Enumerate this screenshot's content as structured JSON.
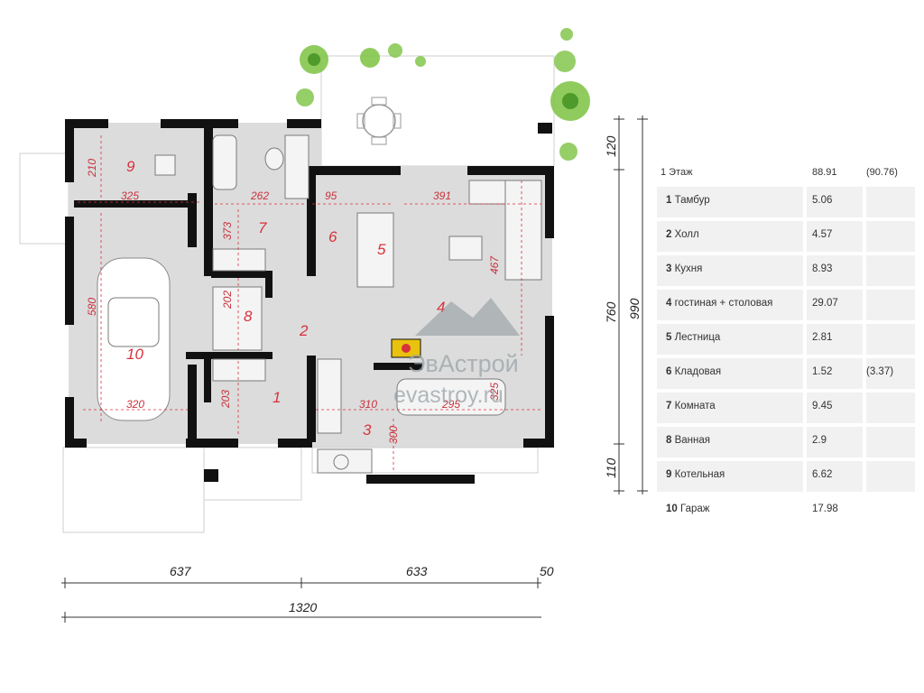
{
  "rooms": {
    "r1": "1",
    "r2": "2",
    "r3": "3",
    "r4": "4",
    "r5": "5",
    "r6": "6",
    "r7": "7",
    "r8": "8",
    "r9": "9",
    "r10": "10"
  },
  "dimensions_inner": {
    "d210": "210",
    "d325": "325",
    "d262": "262",
    "d95": "95",
    "d391": "391",
    "d373": "373",
    "d467": "467",
    "d580": "580",
    "d202": "202",
    "d320": "320",
    "d203": "203",
    "d310": "310",
    "d295": "295",
    "d325b": "325",
    "d300": "300"
  },
  "dimensions_outer": {
    "w637": "637",
    "w633": "633",
    "w50": "50",
    "w1320": "1320",
    "h120": "120",
    "h760": "760",
    "h990": "990",
    "h110": "110"
  },
  "watermark": {
    "brand": "ЭвАстрой",
    "site": "evastroy.ru"
  },
  "legend": {
    "header": {
      "title": "1 Этаж",
      "area": "88.91",
      "total": "(90.76)"
    },
    "rows": [
      {
        "num": "1",
        "name": "Тамбур",
        "area": "5.06",
        "total": ""
      },
      {
        "num": "2",
        "name": "Холл",
        "area": "4.57",
        "total": ""
      },
      {
        "num": "3",
        "name": "Кухня",
        "area": "8.93",
        "total": ""
      },
      {
        "num": "4",
        "name": "гостиная + столовая",
        "area": "29.07",
        "total": ""
      },
      {
        "num": "5",
        "name": "Лестница",
        "area": "2.81",
        "total": ""
      },
      {
        "num": "6",
        "name": "Кладовая",
        "area": "1.52",
        "total": "(3.37)"
      },
      {
        "num": "7",
        "name": "Комната",
        "area": "9.45",
        "total": ""
      },
      {
        "num": "8",
        "name": "Ванная",
        "area": "2.9",
        "total": ""
      },
      {
        "num": "9",
        "name": "Котельная",
        "area": "6.62",
        "total": ""
      },
      {
        "num": "10",
        "name": "Гараж",
        "area": "17.98",
        "total": ""
      }
    ]
  },
  "colors": {
    "wall": "#111111",
    "floor": "#dcdcdc",
    "room_label": "#d8323c",
    "dimension": "#c8323c",
    "tree": "#7cc242"
  }
}
